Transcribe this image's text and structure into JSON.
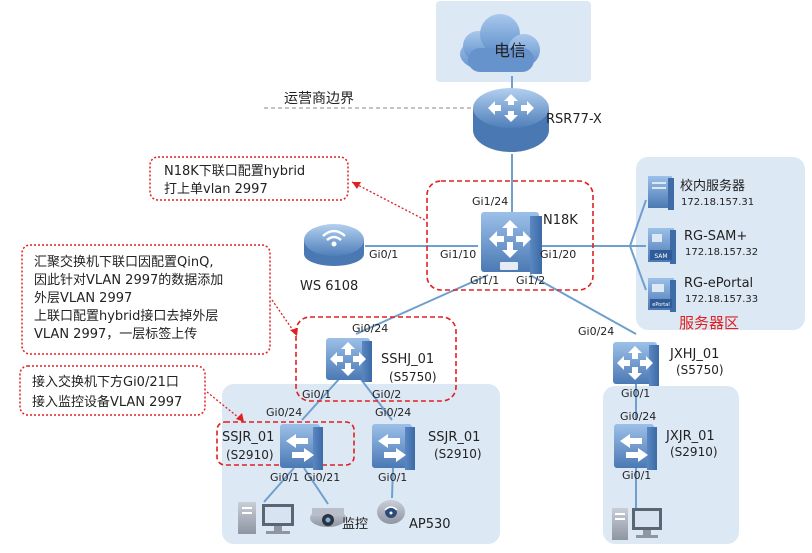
{
  "cloud": {
    "label": "电信"
  },
  "boundary": {
    "label": "运营商边界"
  },
  "devices": {
    "rsr": "RSR77-X",
    "n18k": "N18K",
    "ws": "WS 6108",
    "sshj_name": "SSHJ_01",
    "sshj_model": "(S5750)",
    "jxhj_name": "JXHJ_01",
    "jxhj_model": "(S5750)",
    "ssjr1_name": "SSJR_01",
    "ssjr1_model": "(S2910)",
    "ssjr2_name": "SSJR_01",
    "ssjr2_model": "(S2910)",
    "jxjr_name": "JXJR_01",
    "jxjr_model": "(S2910)",
    "camera": "监控",
    "ap": "AP530"
  },
  "servers": {
    "zone_label": "服务器区",
    "items": [
      {
        "name": "校内服务器",
        "ip": "172.18.157.31"
      },
      {
        "name": "RG-SAM+",
        "ip": "172.18.157.32",
        "badge": "SAM"
      },
      {
        "name": "RG-ePortal",
        "ip": "172.18.157.33",
        "badge": "ePortal"
      }
    ]
  },
  "ports": {
    "n18k_up": "Gi1/24",
    "n18k_left": "Gi1/10",
    "ws_port": "Gi0/1",
    "n18k_right": "Gi1/20",
    "n18k_dl1": "Gi1/1",
    "n18k_dl2": "Gi1/2",
    "sshj_up": "Gi0/24",
    "sshj_dl1": "Gi0/1",
    "sshj_dl2": "Gi0/2",
    "jxhj_up": "Gi0/24",
    "jxhj_dl": "Gi0/1",
    "ssjr1_up": "Gi0/24",
    "ssjr1_dl1": "Gi0/1",
    "ssjr1_dl21": "Gi0/21",
    "ssjr2_dl": "Gi0/1",
    "jxjr_up": "Gi0/24",
    "jxjr_dl": "Gi0/1"
  },
  "notes": {
    "n18k": [
      "N18K下联口配置hybrid",
      "打上单vlan 2997"
    ],
    "agg": [
      "汇聚交换机下联口因配置QinQ,",
      "因此针对VLAN 2997的数据添加",
      "外层VLAN 2997",
      "上联口配置hybrid接口去掉外层",
      "VLAN 2997，一层标签上传"
    ],
    "access": [
      "接入交换机下方Gi0/21口",
      "接入监控设备VLAN 2997"
    ]
  },
  "colors": {
    "zone": "#dde8f5",
    "link": "#6e9fce",
    "device": "#5f8fc6",
    "dash_red": "#e02020",
    "zone_label": "#e02020"
  },
  "icons": {
    "cloud": "cloud-icon",
    "router": "router-icon",
    "core_switch": "core-switch-icon",
    "wireless_controller": "wireless-controller-icon",
    "l3_switch": "l3-switch-icon",
    "access_switch": "access-switch-icon",
    "server": "server-icon",
    "pc": "pc-icon",
    "camera": "camera-icon",
    "access_point": "access-point-icon"
  }
}
